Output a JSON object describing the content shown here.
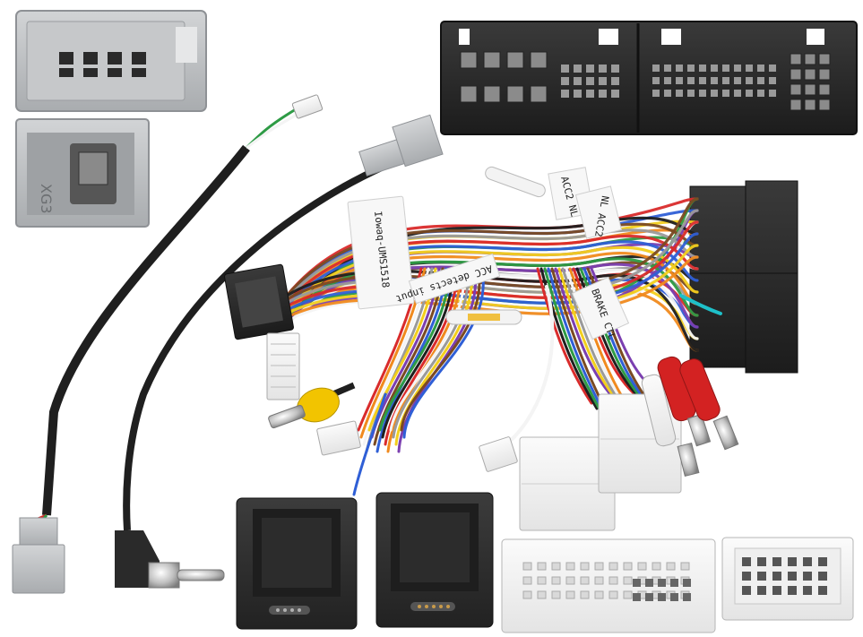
{
  "photo": {
    "labels": {
      "tag_model": "Iowaq-UMS1518",
      "tag_acc": "ACC detects input",
      "tag_acc2": "ACC2 NL",
      "tag_acc3": "NL ACC2",
      "tag_brake": "BRAKE CTL",
      "gray_plug_mark": "XG3"
    },
    "colors": {
      "background": "#ffffff",
      "gray_connector": "#b9bcbf",
      "black_connector": "#2a2a2a",
      "white_connector": "#f1f1f1",
      "rca_yellow": "#f2c400",
      "rca_red": "#d32222",
      "rca_white": "#efefef",
      "module_body": "#2c2c2c",
      "wire_red": "#d92b2b",
      "wire_blue": "#2f5fd6",
      "wire_yellow": "#f2cf1d",
      "wire_orange": "#f08a1e",
      "wire_green": "#2e9b45",
      "wire_purple": "#7b3fb0",
      "wire_white": "#f4f4f4",
      "wire_black": "#1f1f1f",
      "wire_brown": "#7a4a22",
      "wire_gray": "#9a9a9a"
    }
  }
}
